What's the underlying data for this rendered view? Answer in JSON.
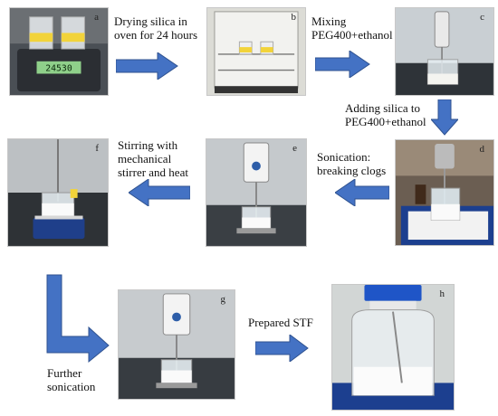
{
  "panels": {
    "a": {
      "letter": "a"
    },
    "b": {
      "letter": "b"
    },
    "c": {
      "letter": "c"
    },
    "d": {
      "letter": "d"
    },
    "e": {
      "letter": "e"
    },
    "f": {
      "letter": "f"
    },
    "g": {
      "letter": "g"
    },
    "h": {
      "letter": "h"
    }
  },
  "scale_readout": "24530",
  "steps": {
    "drying": [
      "Drying silica in",
      "oven for 24 hours"
    ],
    "mixing": [
      "Mixing",
      "PEG400+ethanol"
    ],
    "adding": [
      "Adding silica to",
      "PEG400+ethanol"
    ],
    "sonication": [
      "Sonication:",
      "breaking clogs"
    ],
    "stirring": [
      "Stirring with",
      "mechanical",
      "stirrer and heat"
    ],
    "further": [
      "Further",
      "sonication"
    ],
    "prepared": [
      "Prepared STF"
    ]
  },
  "colors": {
    "arrow_fill": "#4472c4",
    "arrow_stroke": "#2f528f"
  }
}
